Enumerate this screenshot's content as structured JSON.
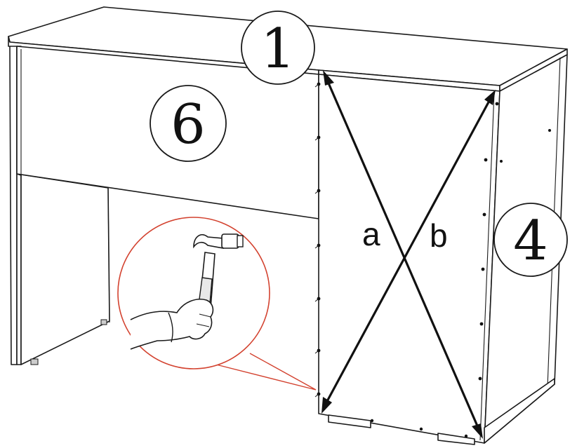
{
  "callouts": [
    {
      "label": "1"
    },
    {
      "label": "6"
    },
    {
      "label": "4"
    }
  ],
  "diagonals": {
    "a": "a",
    "b": "b"
  },
  "colors": {
    "line": "#1a1a1a",
    "detail_circle": "#d3422f",
    "background": "#ffffff"
  },
  "icons": [
    "hammer-in-hand-icon",
    "double-headed-arrow-icon",
    "nail-icon"
  ]
}
